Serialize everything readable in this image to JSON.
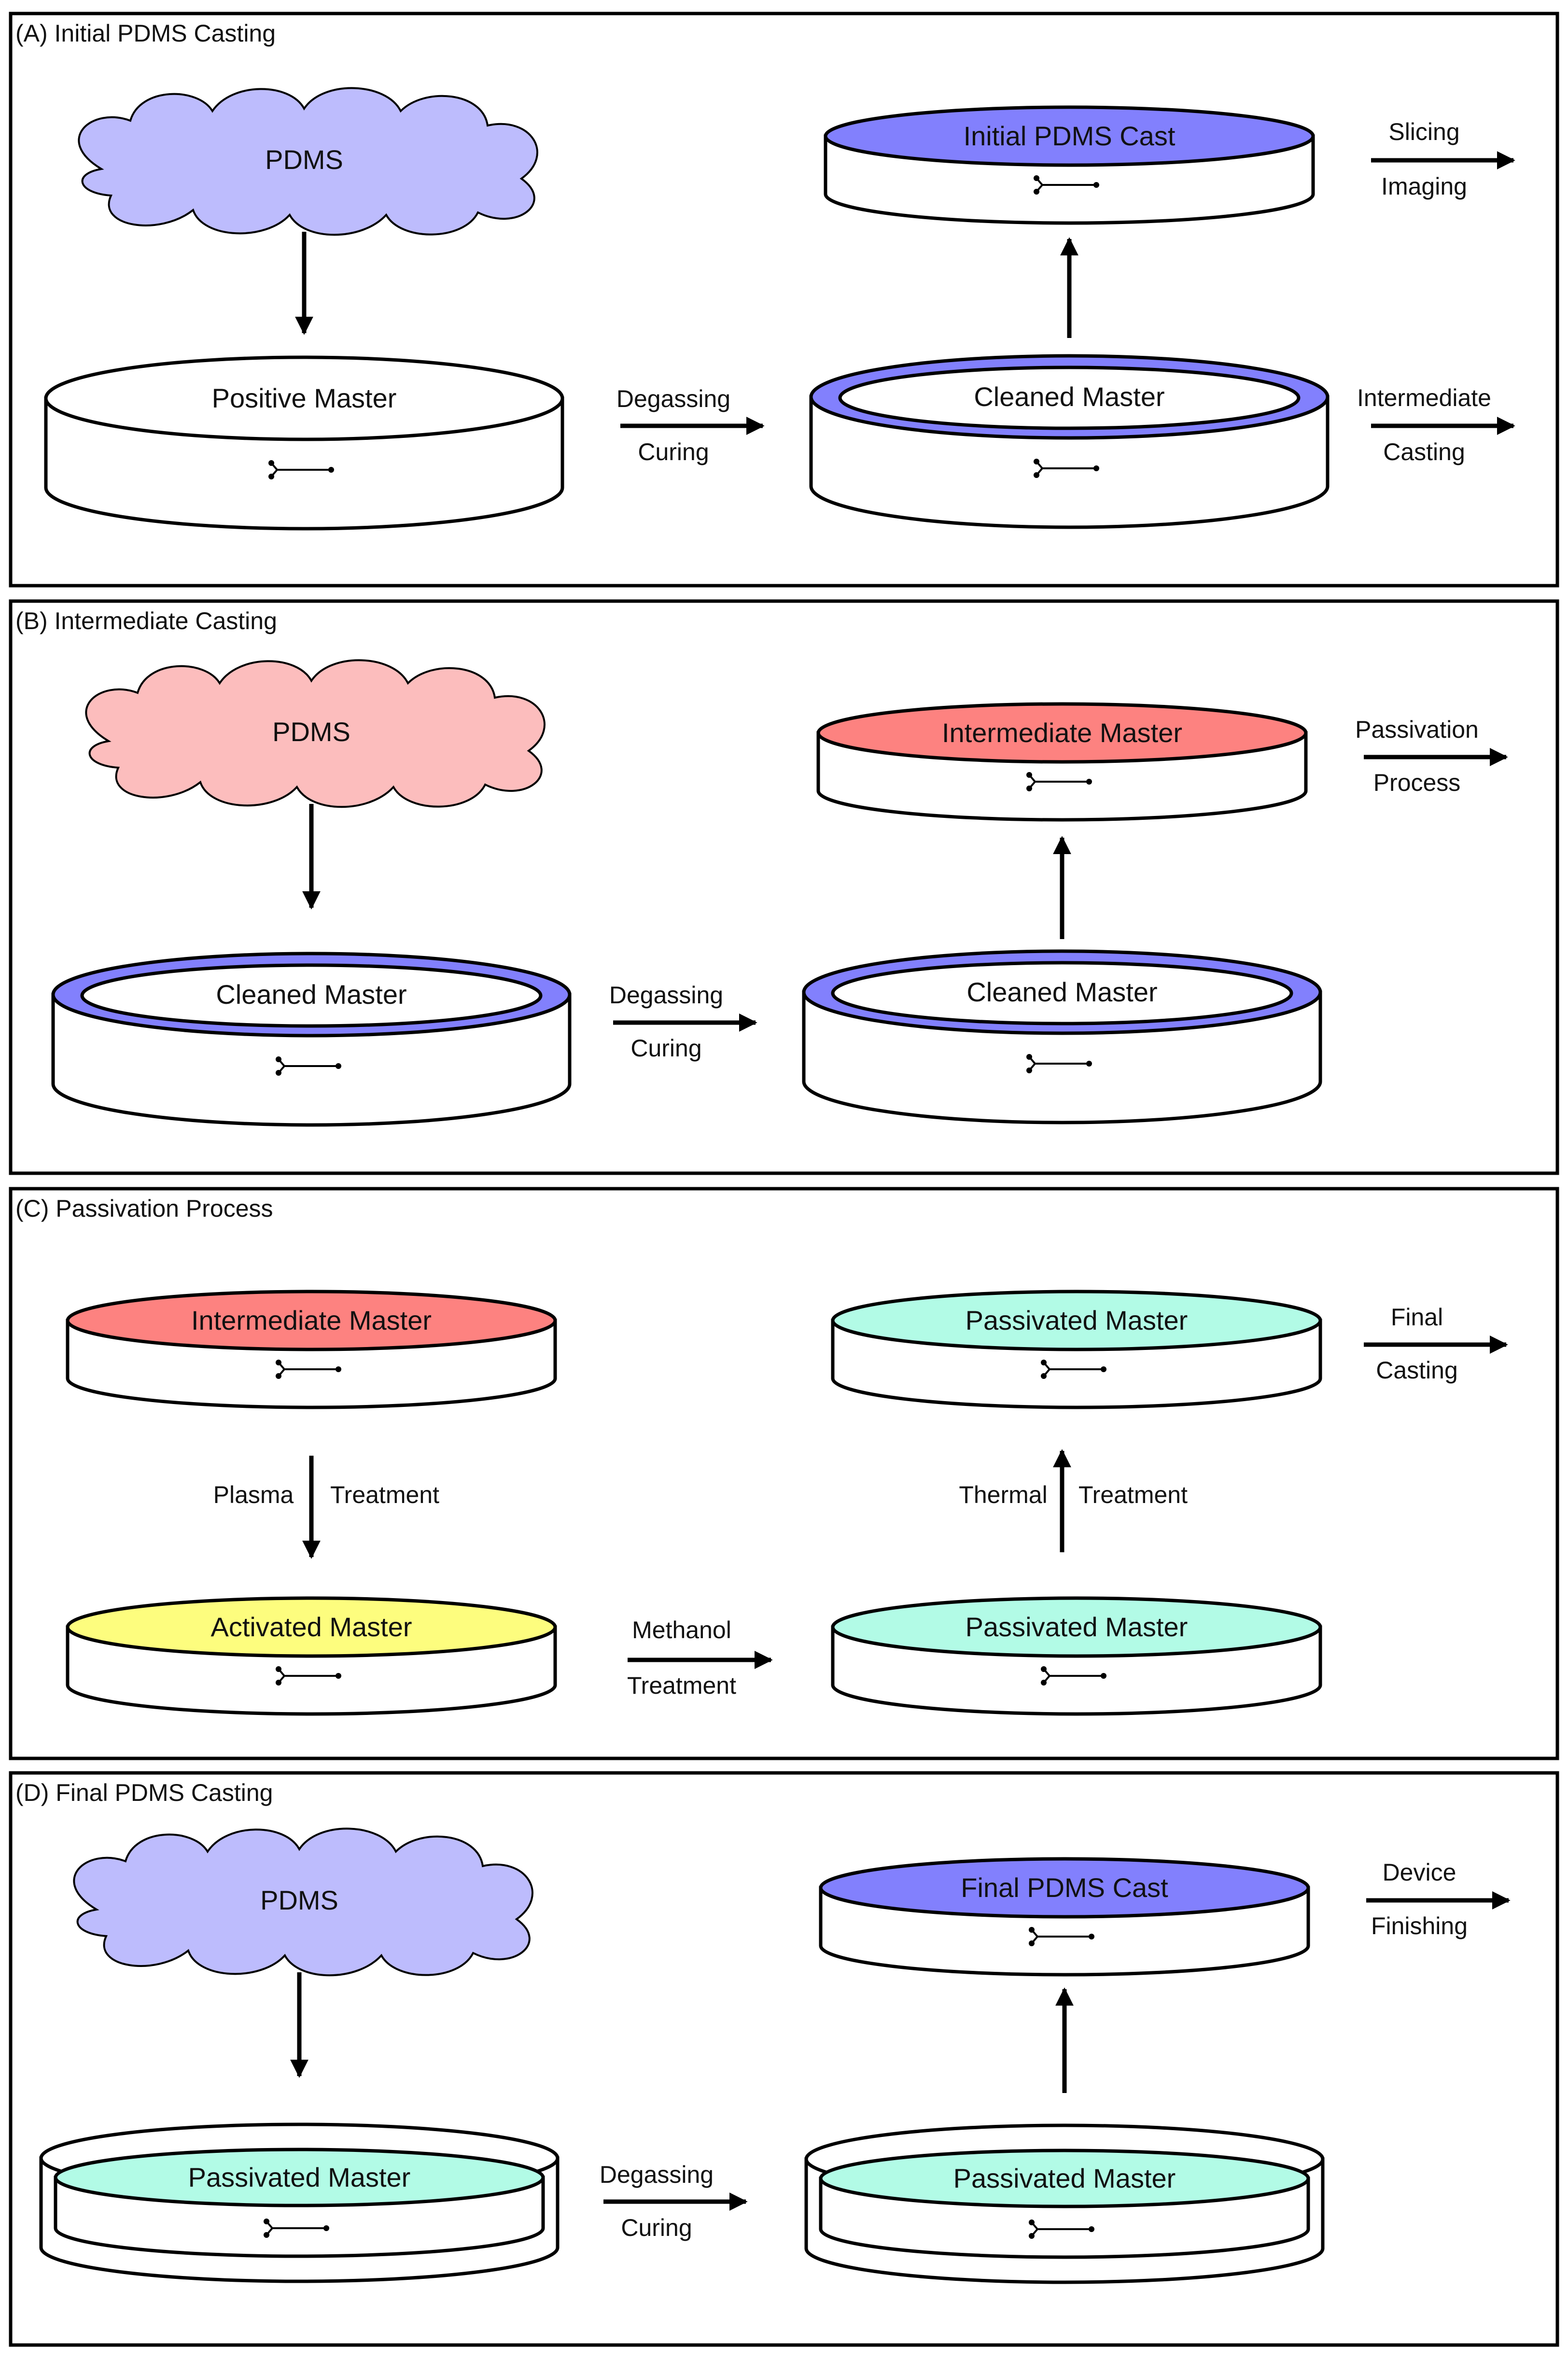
{
  "colors": {
    "pdms_blue": "#bdbcfd",
    "pdms_pink": "#fcbdbd",
    "cast_blue": "#8280fd",
    "intermediate_red": "#fd8280",
    "passivated_mint": "#b2fbe6",
    "activated_yellow": "#fdfd7e",
    "dish_white": "#ffffff",
    "stroke": "#000000"
  },
  "icons": [
    "cloud-icon",
    "petri-dish-icon",
    "channel-icon",
    "arrow-icon"
  ],
  "panels": [
    {
      "title": "(A) Initial PDMS Casting",
      "cloud": "PDMS",
      "left_dish": "Positive Master",
      "middle_step": [
        "Degassing",
        "Curing"
      ],
      "right_bottom_dish": "Cleaned Master",
      "right_top_dish": "Initial PDMS Cast",
      "top_step": [
        "Slicing",
        "Imaging"
      ],
      "bottom_step": [
        "Intermediate",
        "Casting"
      ]
    },
    {
      "title": "(B) Intermediate Casting",
      "cloud": "PDMS",
      "left_dish": "Cleaned Master",
      "middle_step": [
        "Degassing",
        "Curing"
      ],
      "right_bottom_dish": "Cleaned Master",
      "right_top_dish": "Intermediate Master",
      "top_step": [
        "Passivation",
        "Process"
      ]
    },
    {
      "title": "(C) Passivation Process",
      "left_top_dish": "Intermediate Master",
      "left_step": [
        "Plasma",
        "Treatment"
      ],
      "left_bottom_dish": "Activated Master",
      "middle_step": [
        "Methanol",
        "Treatment"
      ],
      "right_bottom_dish": "Passivated Master",
      "right_step": [
        "Thermal",
        "Treatment"
      ],
      "right_top_dish": "Passivated Master",
      "top_step": [
        "Final",
        "Casting"
      ]
    },
    {
      "title": "(D) Final PDMS Casting",
      "cloud": "PDMS",
      "left_dish": "Passivated Master",
      "middle_step": [
        "Degassing",
        "Curing"
      ],
      "right_bottom_dish": "Passivated Master",
      "right_top_dish": "Final PDMS Cast",
      "top_step": [
        "Device",
        "Finishing"
      ]
    }
  ]
}
